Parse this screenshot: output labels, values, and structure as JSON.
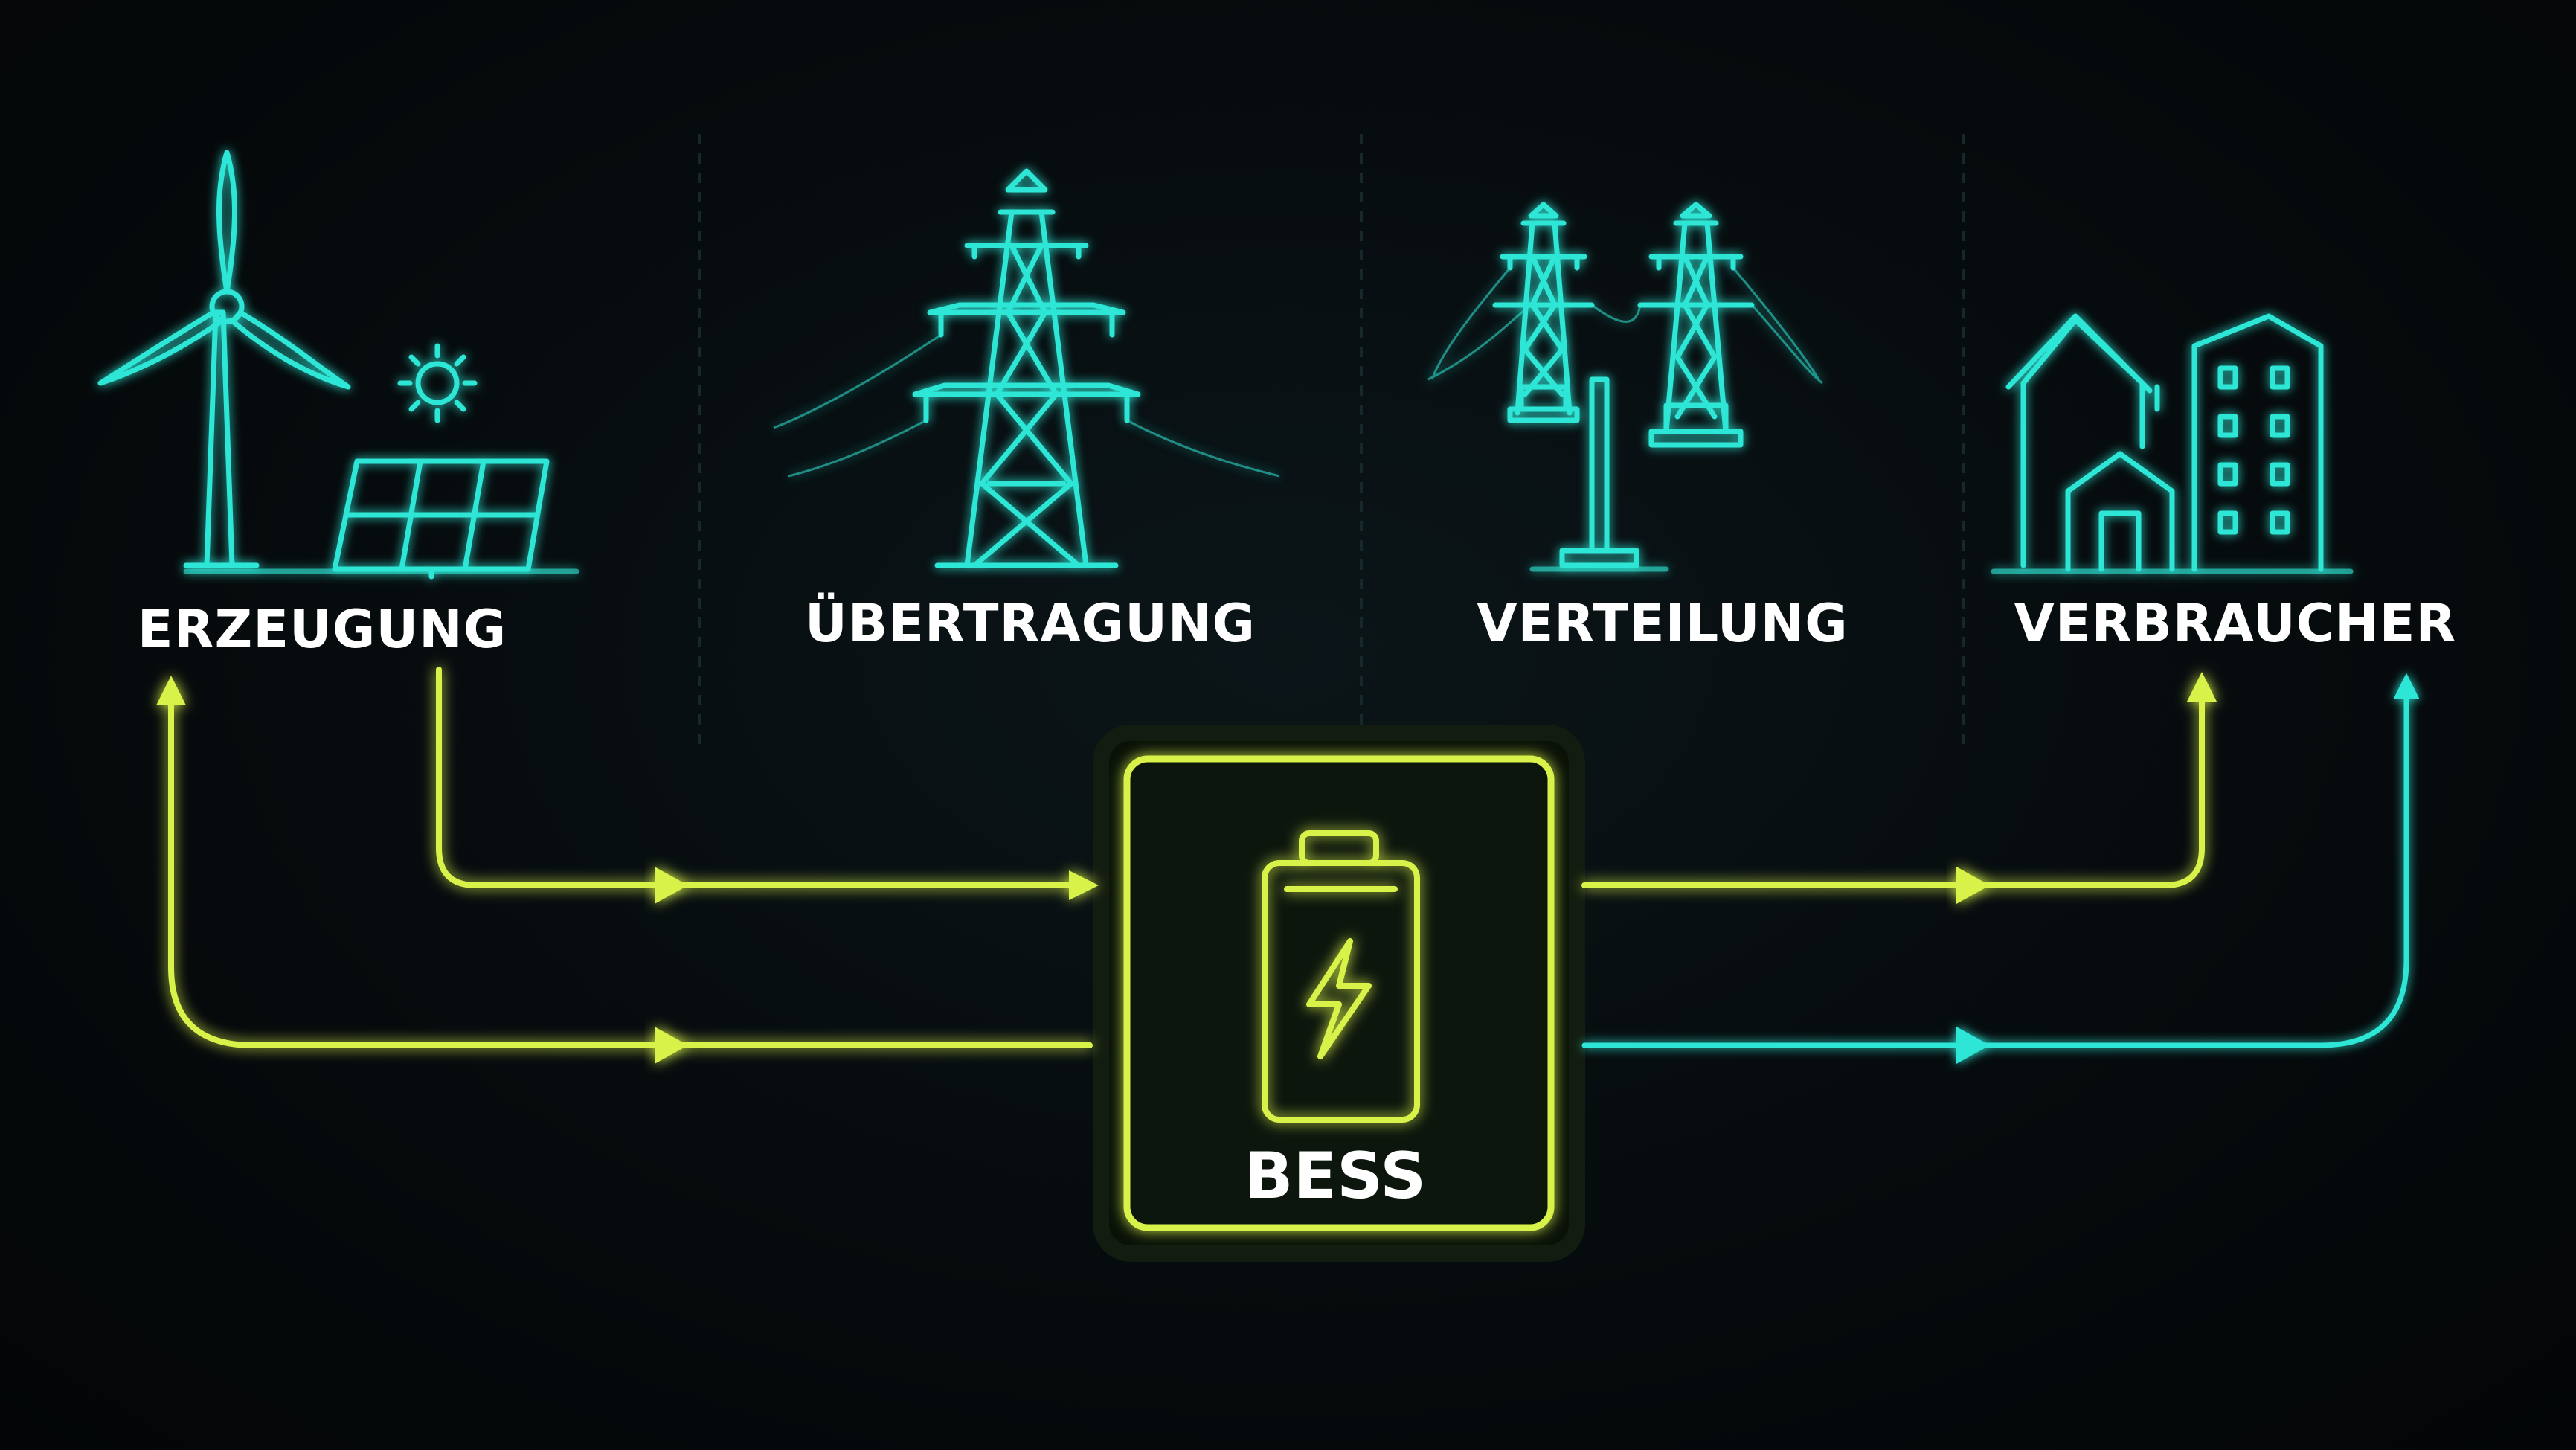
{
  "colors": {
    "cyan": "#2ee6d6",
    "yellow": "#d8f24a",
    "background": "#05090b"
  },
  "stages": [
    {
      "label": "ERZEUGUNG",
      "icon": "wind-turbine-solar-panel-icon"
    },
    {
      "label": "ÜBERTRAGUNG",
      "icon": "transmission-tower-icon"
    },
    {
      "label": "VERTEILUNG",
      "icon": "distribution-poles-icon"
    },
    {
      "label": "VERBRAUCHER",
      "icon": "house-building-icon"
    }
  ],
  "storage": {
    "label": "BESS",
    "icon": "battery-bolt-icon"
  }
}
